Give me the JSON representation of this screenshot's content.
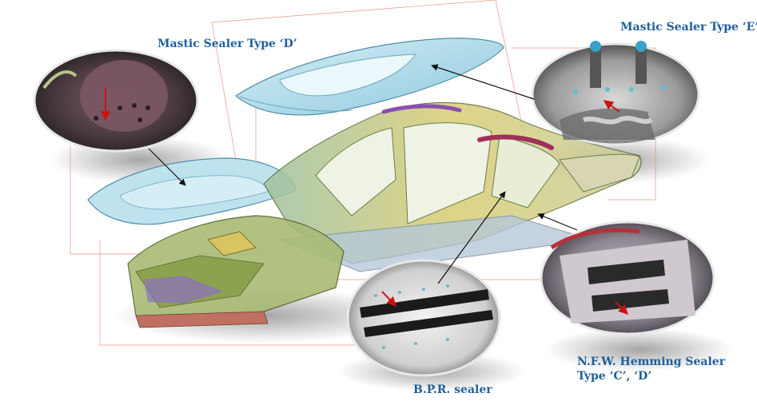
{
  "labels": {
    "sealer_d": "Mastic Sealer Type ‘D’",
    "sealer_e": "Mastic Sealer Type ‘E’",
    "bpr": "B.P.R. sealer",
    "hemming_line1": "N.F.W. Hemming Sealer",
    "hemming_line2": "Type ‘C’, ‘D’"
  },
  "colors": {
    "label_text": "#1f5f9a",
    "callout_arrow": "#111111",
    "sealer_pointer": "#cc1111",
    "frame_lines": "#e07a6a",
    "roof_panel": "#a9d8e8",
    "door_ring": "#d8c560",
    "front_structure": "#8a9f4a",
    "accent_purple": "#8a4fb0"
  }
}
